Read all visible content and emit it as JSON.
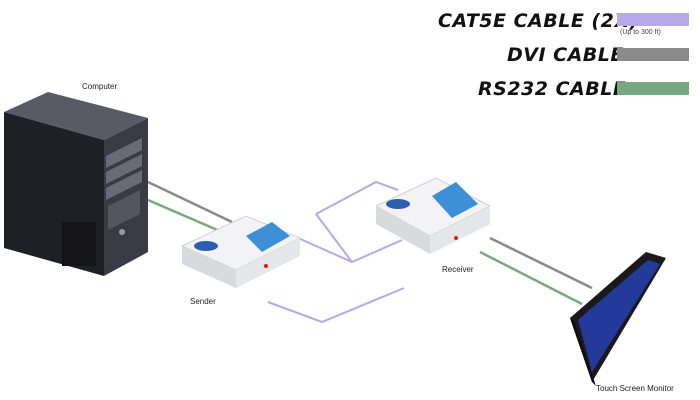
{
  "legend": {
    "cat5e": {
      "label": "CAT5E CABLE (2X)",
      "note": "(Up to 300 ft)",
      "color": "#b6a9e8"
    },
    "dvi": {
      "label": "DVI CABLE",
      "color": "#8a8a8a"
    },
    "rs232": {
      "label": "RS232 CABLE",
      "color": "#78a882"
    }
  },
  "devices": {
    "computer": {
      "label": "Computer"
    },
    "sender": {
      "label": "Sender"
    },
    "receiver": {
      "label": "Receiver"
    },
    "monitor": {
      "label": "Touch Screen Monitor"
    }
  },
  "colors": {
    "unit_top": "#f3f3f5",
    "unit_side": "#d9dade",
    "unit_accent": "#3d8fd6",
    "tower_dark": "#2a2a30",
    "monitor_screen": "#243a9a"
  }
}
